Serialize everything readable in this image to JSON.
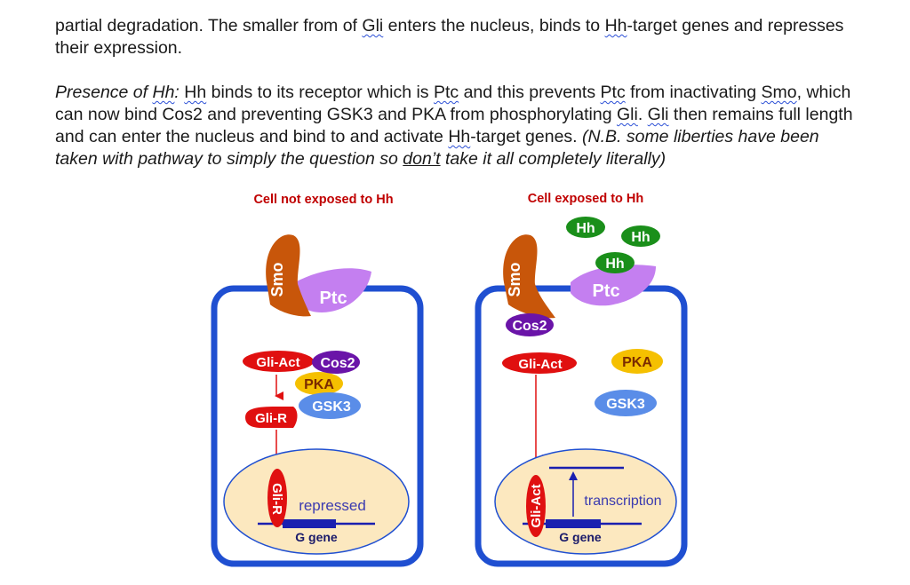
{
  "text": {
    "p1_a": "partial degradation. The smaller from of ",
    "p1_gli": "Gli",
    "p1_b": " enters the nucleus, binds to ",
    "p1_hh": "Hh",
    "p1_c": "-target genes and represses their expression.",
    "p2_presence": "Presence of ",
    "p2_hh1": "Hh",
    "p2_colon": ": ",
    "p2_hh2": "Hh",
    "p2_a": " binds to its receptor which is ",
    "p2_ptc1": "Ptc",
    "p2_b": " and this prevents ",
    "p2_ptc2": "Ptc",
    "p2_c": " from inactivating ",
    "p2_smo": "Smo",
    "p2_d": ", which can now bind Cos2 and preventing GSK3 and PKA from phosphorylating ",
    "p2_gli1": "Gli",
    "p2_e": ". ",
    "p2_gli2": "Gli",
    "p2_f": " then remains full length and can enter the nucleus and bind to and activate ",
    "p2_hh3": "Hh",
    "p2_g": "-target genes.",
    "p2_nb1": " (N.B. some liberties have been taken with pathway to simply the question so ",
    "p2_dont": "don’t",
    "p2_nb2": " take it all completely literally)"
  },
  "diagram": {
    "left_title": "Cell not exposed to Hh",
    "right_title": "Cell  exposed to Hh",
    "smo": "Smo",
    "ptc": "Ptc",
    "hh": "Hh",
    "cos2": "Cos2",
    "pka": "PKA",
    "gsk3": "GSK3",
    "gli_act": "Gli-Act",
    "gli_r": "Gli-R",
    "repressed": "repressed",
    "transcription": "transcription",
    "g_gene": "G gene"
  },
  "colors": {
    "title_red": "#c00000",
    "cell_border": "#1f4fd1",
    "nucleus_fill": "#fce8bf",
    "smo": "#c8560a",
    "ptc": "#c47ff0",
    "hh": "#1a8f1a",
    "cos2": "#6a14a8",
    "pka": "#f5c000",
    "gsk3": "#5a8de8",
    "gli": "#e01010",
    "gene": "#1a1fb0"
  }
}
